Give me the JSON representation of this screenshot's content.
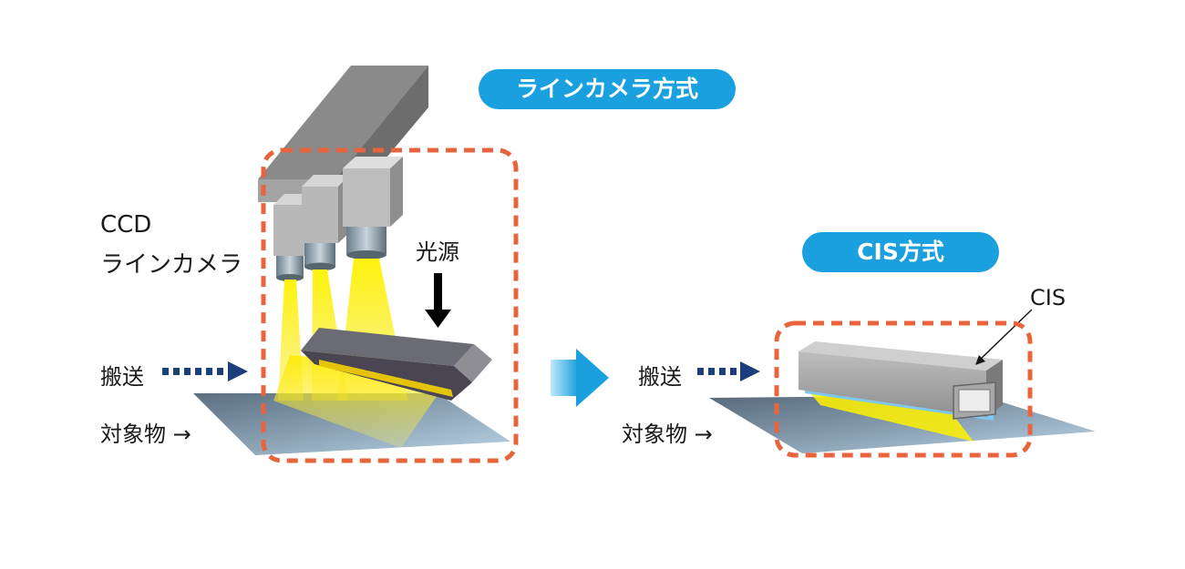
{
  "left": {
    "badge": "ラインカメラ方式",
    "camera_label_line1": "CCD",
    "camera_label_line2": "ラインカメラ",
    "light_label": "光源",
    "transport_label": "搬送",
    "object_label": "対象物 →"
  },
  "right": {
    "badge": "CIS方式",
    "cis_label": "CIS",
    "transport_label": "搬送",
    "object_label": "対象物 →"
  },
  "colors": {
    "badge": "#1aa0de",
    "dash_frame": "#e8643c",
    "light_beam": "#f2e600",
    "camera_gray": "#a8a8a8",
    "plate": "#7f96a8",
    "transport_arrow": "#1b3f7a"
  }
}
